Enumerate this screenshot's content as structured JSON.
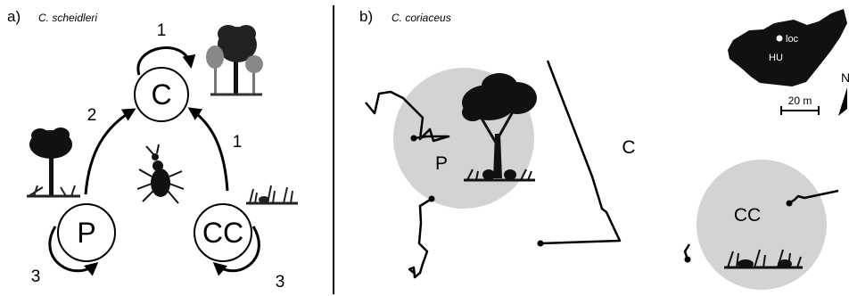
{
  "panel_a": {
    "letter": "a)",
    "species": "C. scheidleri",
    "nodes": {
      "c": "C",
      "p": "P",
      "cc": "CC"
    },
    "edge_labels": {
      "c_self": "1",
      "p_to_c": "2",
      "cc_to_c": "1",
      "p_self": "3",
      "cc_self": "3"
    },
    "icons": [
      "forest-icon",
      "tree-icon",
      "grass-icon",
      "beetle-icon"
    ]
  },
  "panel_b": {
    "letter": "b)",
    "species": "C. coriaceus",
    "zones": {
      "p": "P",
      "c": "C",
      "cc": "CC"
    },
    "map": {
      "location": "loc",
      "country": "HU"
    },
    "scale": "20 m",
    "north": "N",
    "zone_color": "#d3d3d3"
  },
  "colors": {
    "ink": "#000000",
    "zone": "#d3d3d3"
  }
}
